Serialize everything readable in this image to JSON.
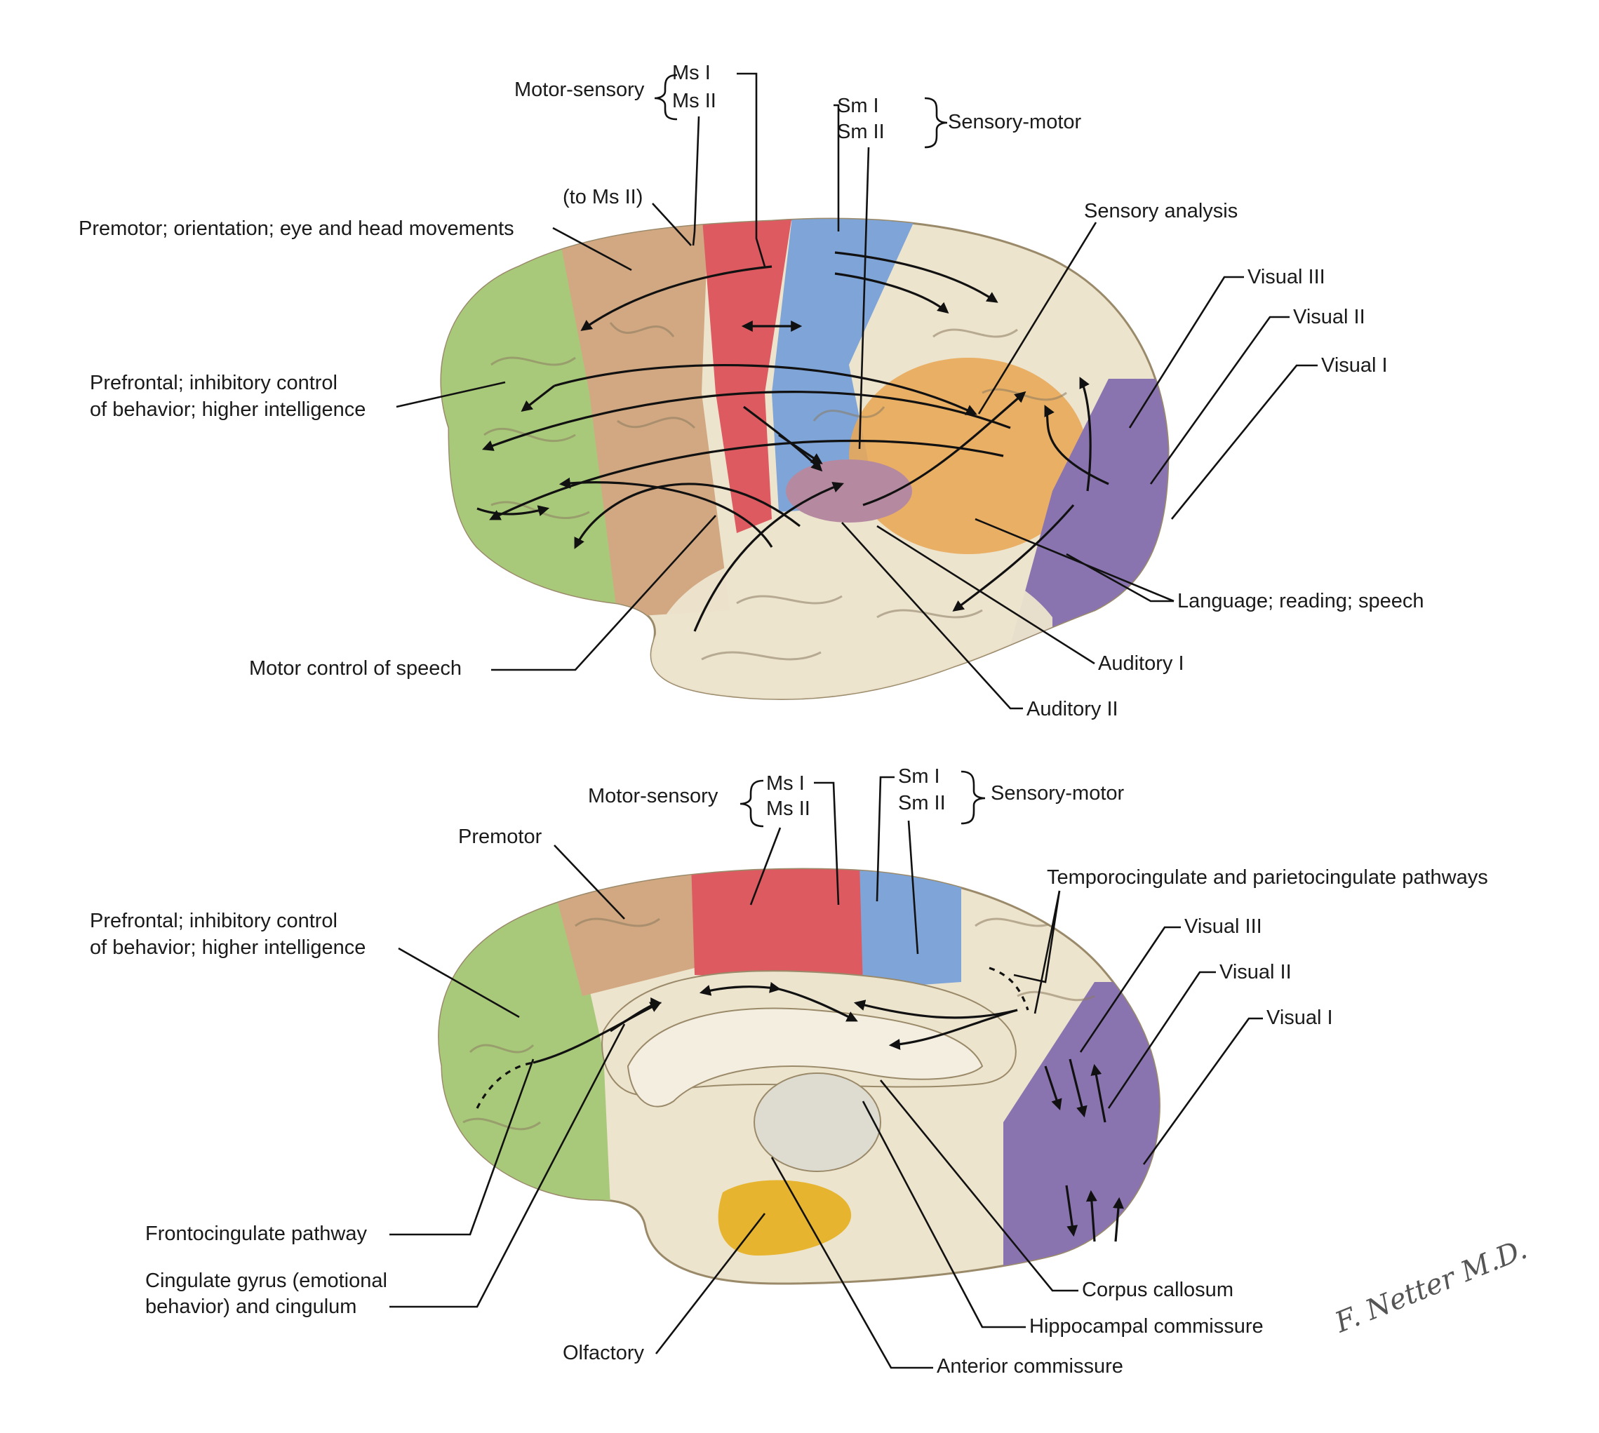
{
  "top_view": {
    "labels": {
      "motor_sensory": "Motor-sensory",
      "ms1": "Ms I",
      "ms2": "Ms II",
      "sm1": "Sm I",
      "sm2": "Sm II",
      "sensory_motor": "Sensory-motor",
      "to_ms2": "(to Ms II)",
      "premotor": "Premotor; orientation; eye and head movements",
      "sensory_analysis": "Sensory analysis",
      "visual3": "Visual III",
      "visual2": "Visual II",
      "visual1": "Visual I",
      "prefrontal_1": "Prefrontal; inhibitory control",
      "prefrontal_2": "of behavior; higher intelligence",
      "language": "Language; reading; speech",
      "motor_speech": "Motor control of speech",
      "auditory1": "Auditory I",
      "auditory2": "Auditory II"
    }
  },
  "bottom_view": {
    "labels": {
      "motor_sensory": "Motor-sensory",
      "ms1": "Ms I",
      "ms2": "Ms II",
      "sm1": "Sm I",
      "sm2": "Sm II",
      "sensory_motor": "Sensory-motor",
      "premotor": "Premotor",
      "temporocingulate": "Temporocingulate and parietocingulate pathways",
      "prefrontal_1": "Prefrontal; inhibitory control",
      "prefrontal_2": "of behavior; higher intelligence",
      "visual3": "Visual III",
      "visual2": "Visual II",
      "visual1": "Visual I",
      "frontocingulate": "Frontocingulate pathway",
      "cingulate_1": "Cingulate gyrus (emotional",
      "cingulate_2": "behavior) and cingulum",
      "corpus_callosum": "Corpus callosum",
      "hippocampal": "Hippocampal commissure",
      "olfactory": "Olfactory",
      "anterior_commissure": "Anterior commissure"
    }
  },
  "signature": "F. Netter M.D.",
  "colors": {
    "prefrontal": "#a9c97a",
    "premotor": "#d1a882",
    "motor": "#dc5a60",
    "sensory": "#7ea4d8",
    "association": "#ede4cd",
    "language": "#e8a85a",
    "auditory": "#b58aa0",
    "visual": "#8a74b0",
    "olfactory": "#e6b42e"
  }
}
